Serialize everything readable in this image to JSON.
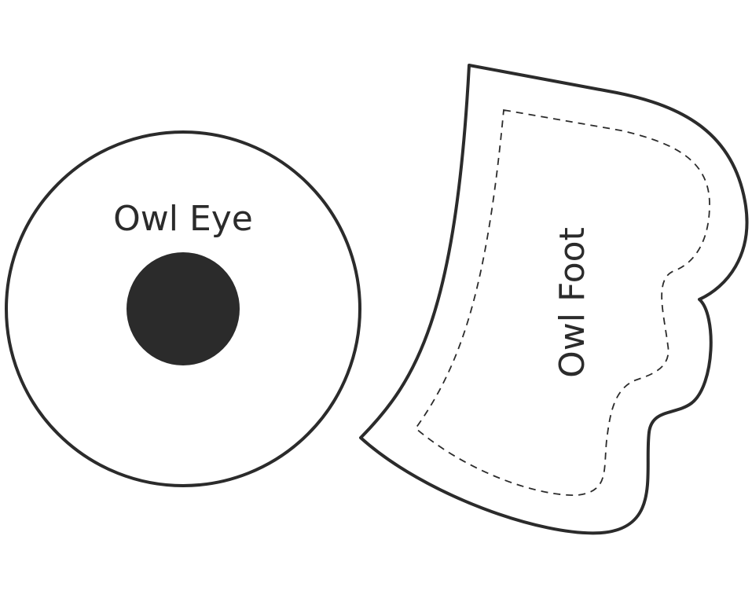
{
  "eye": {
    "label": "Owl Eye",
    "outline_color": "#2b2b2b",
    "pupil_color": "#2b2b2b"
  },
  "foot": {
    "label": "Owl Foot",
    "outline_color": "#2b2b2b",
    "seam_line": "dashed"
  },
  "background_color": "#ffffff"
}
